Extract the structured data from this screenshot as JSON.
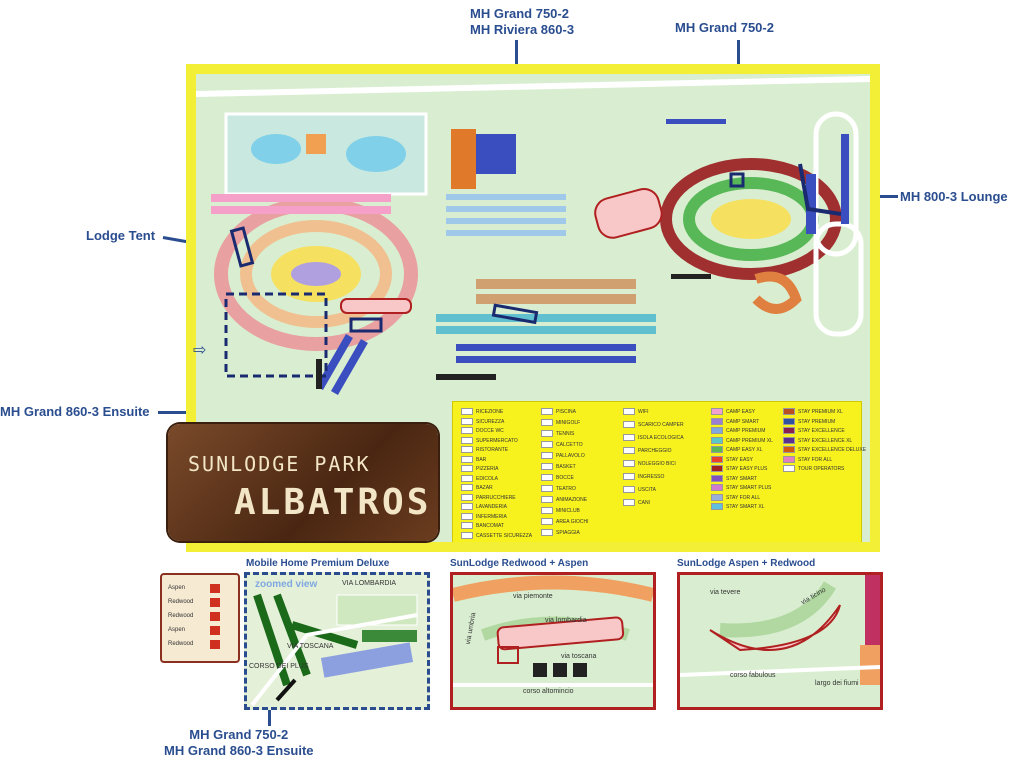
{
  "callouts": {
    "top_left_line1": "MH Grand 750-2",
    "top_left_line2": "MH Riviera 860-3",
    "top_right": "MH Grand 750-2",
    "right": "MH 800-3 Lounge",
    "left_tent": "Lodge Tent",
    "left_ensuite": "MH Grand 860-3 Ensuite",
    "bottom_line1": "MH Grand 750-2",
    "bottom_line2": "MH Grand 860-3 Ensuite"
  },
  "sign": {
    "line1": "SUNLODGE PARK",
    "line2": "ALBATROS"
  },
  "insets": {
    "inset1_title": "Mobile Home Premium Deluxe",
    "inset1_label": "zoomed view",
    "inset1_street1": "VIA LOMBARDIA",
    "inset1_street2": "VIA TOSCANA",
    "inset1_street3": "CORSO DEI PLUS",
    "inset2_title": "SunLodge Redwood + Aspen",
    "inset2_street1": "via piemonte",
    "inset2_street2": "via umbria",
    "inset2_street3": "via lombardia",
    "inset2_street4": "via toscana",
    "inset2_street5": "corso altomincio",
    "inset3_title": "SunLodge Aspen + Redwood",
    "inset3_street1": "via tevere",
    "inset3_street2": "via ticino",
    "inset3_street3": "corso fabulous",
    "inset3_street4": "largo dei fiumi"
  },
  "key_box": {
    "rows": [
      "Aspen",
      "Redwood",
      "Redwood",
      "Aspen",
      "Redwood"
    ]
  },
  "legend": {
    "col1": [
      "RICEZIONE",
      "SICUREZZA",
      "DOCCE WC",
      "SUPERMERCATO",
      "RISTORANTE",
      "BAR",
      "PIZZERIA",
      "EDICOLA",
      "BAZAR",
      "PARRUCCHIERE",
      "LAVANDERIA",
      "INFERMERIA",
      "BANCOMAT",
      "CASSETTE SICUREZZA"
    ],
    "col2": [
      "PISCINA",
      "MINIGOLF",
      "TENNIS",
      "CALCETTO",
      "PALLAVOLO",
      "BASKET",
      "BOCCE",
      "TEATRO",
      "ANIMAZIONE",
      "MINICLUB",
      "AREA GIOCHI",
      "SPIAGGIA"
    ],
    "col3": [
      "WIFI",
      "SCARICO CAMPER",
      "ISOLA ECOLOGICA",
      "PARCHEGGIO",
      "NOLEGGIO BICI",
      "INGRESSO",
      "USCITA",
      "CANI"
    ],
    "col4": [
      "CAMP EASY",
      "CAMP SMART",
      "CAMP PREMIUM",
      "CAMP PREMIUM XL",
      "CAMP EASY XL",
      "STAY EASY",
      "STAY EASY PLUS",
      "STAY SMART",
      "STAY SMART PLUS",
      "STAY FOR ALL",
      "STAY SMART XL"
    ],
    "col5": [
      "STAY PREMIUM XL",
      "STAY PREMIUM",
      "STAY EXCELLENCE",
      "STAY EXCELLENCE XL",
      "STAY EXCELLENCE DELUXE",
      "STAY FOR ALL",
      "TOUR OPERATORS"
    ],
    "col4_colors": [
      "#f2a0d0",
      "#9b7fd4",
      "#7fa8e0",
      "#5ac8c8",
      "#58b858",
      "#e8402a",
      "#a02020",
      "#8050c0",
      "#d07ad0",
      "#9ab0d8",
      "#60c0e0"
    ],
    "col5_colors": [
      "#b85020",
      "#3050a0",
      "#8a2050",
      "#5a3090",
      "#d05a10",
      "#e080c0",
      "#ffffff"
    ]
  },
  "colors": {
    "callout": "#2a4d8f",
    "frame": "#f3ef36",
    "map_bg": "#d9eed0",
    "inset_border_blue": "#2a4d8f",
    "inset_border_red": "#b02020"
  }
}
